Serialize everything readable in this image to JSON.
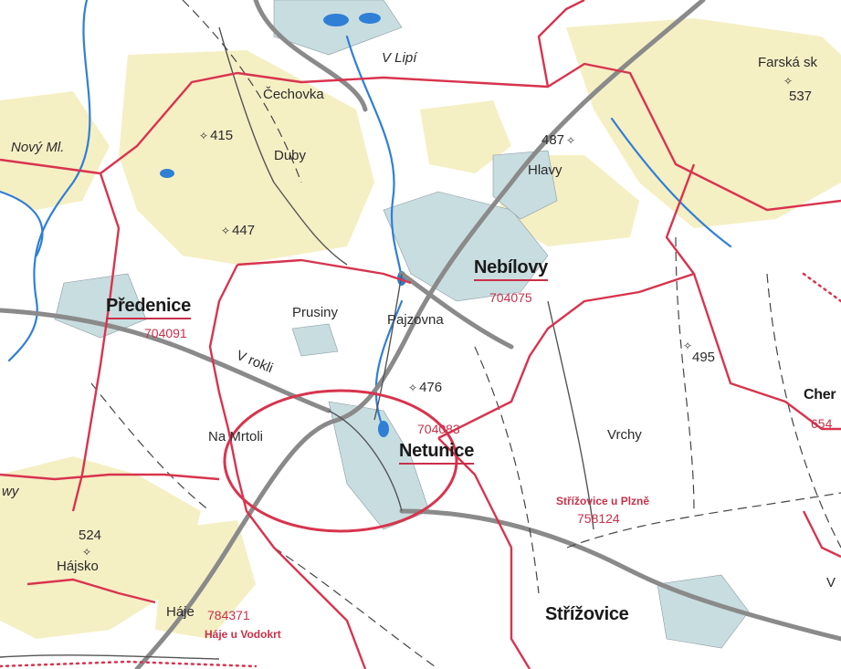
{
  "map": {
    "villages": {
      "predenice": "Předenice",
      "nebilovy": "Nebílovy",
      "netunice": "Netunice",
      "strizovice": "Střížovice"
    },
    "codes": {
      "predenice": "704091",
      "nebilovy": "704075",
      "netunice": "704083",
      "strizovice": "758124",
      "haje": "784371",
      "cher": "654"
    },
    "places": {
      "v_lipi": "V Lipí",
      "cechovka": "Čechovka",
      "novy_mlyn": "Nový Ml.",
      "duby": "Duby",
      "hlavy": "Hlavy",
      "farska": "Farská sk",
      "prusiny": "Prusiny",
      "pajzovna": "Pajzovna",
      "v_rokli": "V rokli",
      "na_mrtoli": "Na Mrtoli",
      "vrchy": "Vrchy",
      "hajsko": "Hájsko",
      "haje": "Háje",
      "wy": "wy",
      "cher": "Cher",
      "v_edge": "V"
    },
    "cadastral": {
      "strizovice": "Střížovice u Plzně",
      "haje": "Háje u Vodokrt"
    },
    "peaks": {
      "p415": "415",
      "p447": "447",
      "p487": "487",
      "p537": "537",
      "p476": "476",
      "p495": "495",
      "p524": "524"
    },
    "colors": {
      "boundary": "#d8344e",
      "water": "#2f7fd6",
      "forest": "#f5efc4",
      "settlement": "#c8dde0"
    }
  }
}
